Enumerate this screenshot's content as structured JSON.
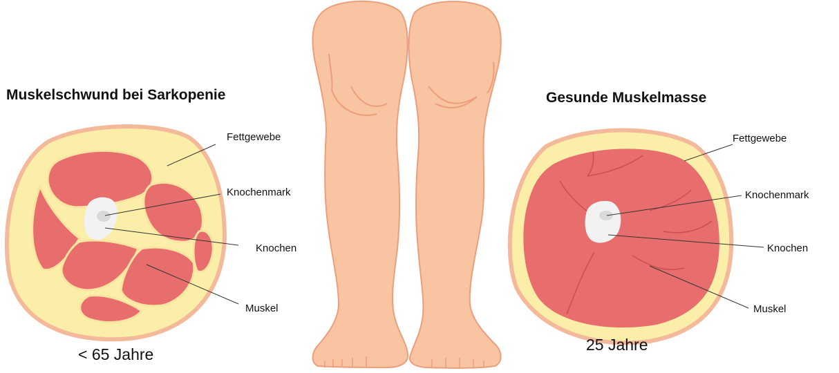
{
  "left_panel": {
    "title": "Muskelschwund bei Sarkopenie",
    "labels": {
      "fat": "Fettgewebe",
      "marrow": "Knochenmark",
      "bone": "Knochen",
      "muscle": "Muskel"
    },
    "age": "< 65 Jahre"
  },
  "right_panel": {
    "title": "Gesunde Muskelmasse",
    "labels": {
      "fat": "Fettgewebe",
      "marrow": "Knochenmark",
      "bone": "Knochen",
      "muscle": "Muskel"
    },
    "age": "25 Jahre"
  },
  "colors": {
    "fat": "#fbeea8",
    "skin_outline": "#f4b99a",
    "muscle": "#e86e6e",
    "muscle_line": "#fbe3a0",
    "bone": "#f2f2f2",
    "marrow": "#d9d9d9",
    "leg_skin": "#f8c4a2",
    "leg_shadow": "#ec9e7c"
  }
}
